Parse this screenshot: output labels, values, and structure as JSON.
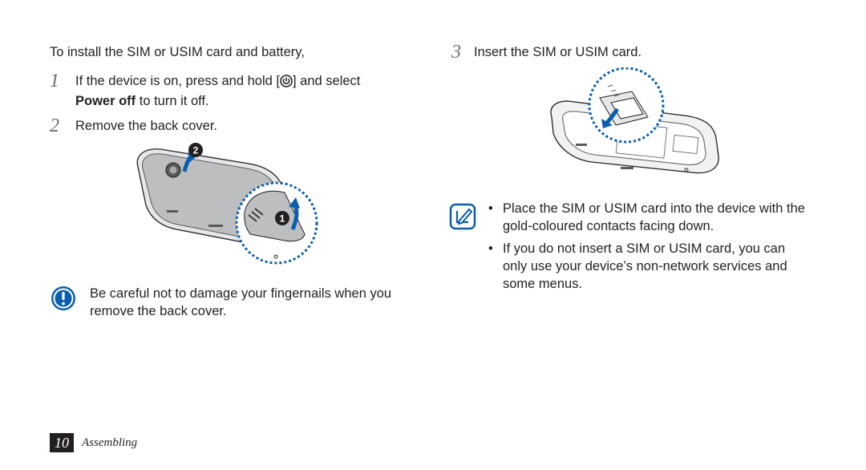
{
  "intro": "To install the SIM or USIM card and battery,",
  "steps": [
    {
      "num": "1",
      "text_before": "If the device is on, press and hold [",
      "text_after": "] and select",
      "bold": "Power off",
      "text_end": " to turn it off."
    },
    {
      "num": "2",
      "text": "Remove the back cover."
    },
    {
      "num": "3",
      "text": "Insert the SIM or USIM card."
    }
  ],
  "caution": {
    "text": "Be careful not to damage your fingernails when you remove the back cover."
  },
  "notes": [
    "Place the SIM or USIM card into the device with the gold-coloured contacts facing down.",
    "If you do not insert a SIM or USIM card, you can only use your device’s non-network services and some menus."
  ],
  "bullet_char": "•",
  "icons": {
    "power": "power-icon",
    "caution": "caution-icon",
    "note": "note-icon"
  },
  "footer": {
    "page": "10",
    "section": "Assembling"
  },
  "colors": {
    "accent": "#0a5eb0",
    "text": "#231f20",
    "step_num": "#6d6e71"
  }
}
